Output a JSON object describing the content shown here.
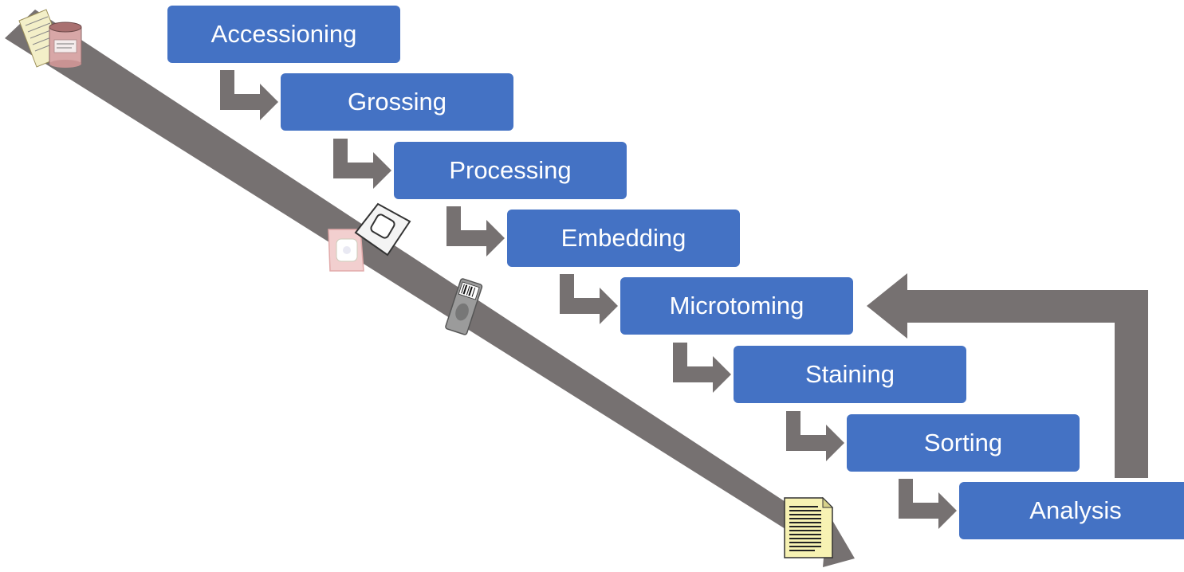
{
  "steps": [
    {
      "id": "accessioning",
      "label": "Accessioning"
    },
    {
      "id": "grossing",
      "label": "Grossing"
    },
    {
      "id": "processing",
      "label": "Processing"
    },
    {
      "id": "embedding",
      "label": "Embedding"
    },
    {
      "id": "microtoming",
      "label": "Microtoming"
    },
    {
      "id": "staining",
      "label": "Staining"
    },
    {
      "id": "sorting",
      "label": "Sorting"
    },
    {
      "id": "analysis",
      "label": "Analysis"
    }
  ],
  "colors": {
    "box_fill": "#4472c4",
    "box_text": "#ffffff",
    "arrow": "#767171"
  },
  "icons": [
    "specimen-jar-with-form-icon",
    "tissue-cassette-icon",
    "barcoded-slide-icon",
    "report-document-icon"
  ]
}
